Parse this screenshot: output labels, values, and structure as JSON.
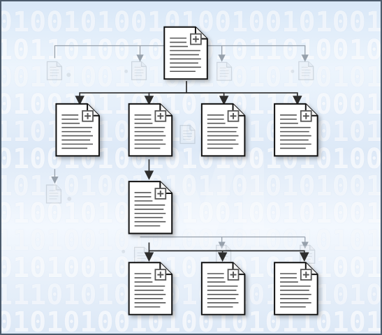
{
  "background": {
    "binary_rows": [
      "0100101001010010010100101001010",
      "1011010010100101101001010110101",
      "0010100101001001010010100100101",
      "0100101100101101101000110101010",
      "1101001010100101001010100101101",
      "0100101001010100101010010100101",
      "1011010010101101010100101010110",
      "0100101001010010010100101001010",
      "1101001010100101001010100101101",
      "0101001010101001010100101010101",
      "1110101001010010100101010101011",
      "0101010010100101011010101001010"
    ],
    "colors": {
      "background_top": "#d8e7f7",
      "background_bottom": "#dce8f6",
      "frame": "#4b5a6b",
      "connector": "#2d2d2d",
      "ghost_connector": "#97a1ac"
    }
  },
  "diagram": {
    "icons": {
      "document": "document-icon",
      "ghost_document": "ghost-document-icon",
      "arrow": "arrowhead-icon"
    }
  }
}
